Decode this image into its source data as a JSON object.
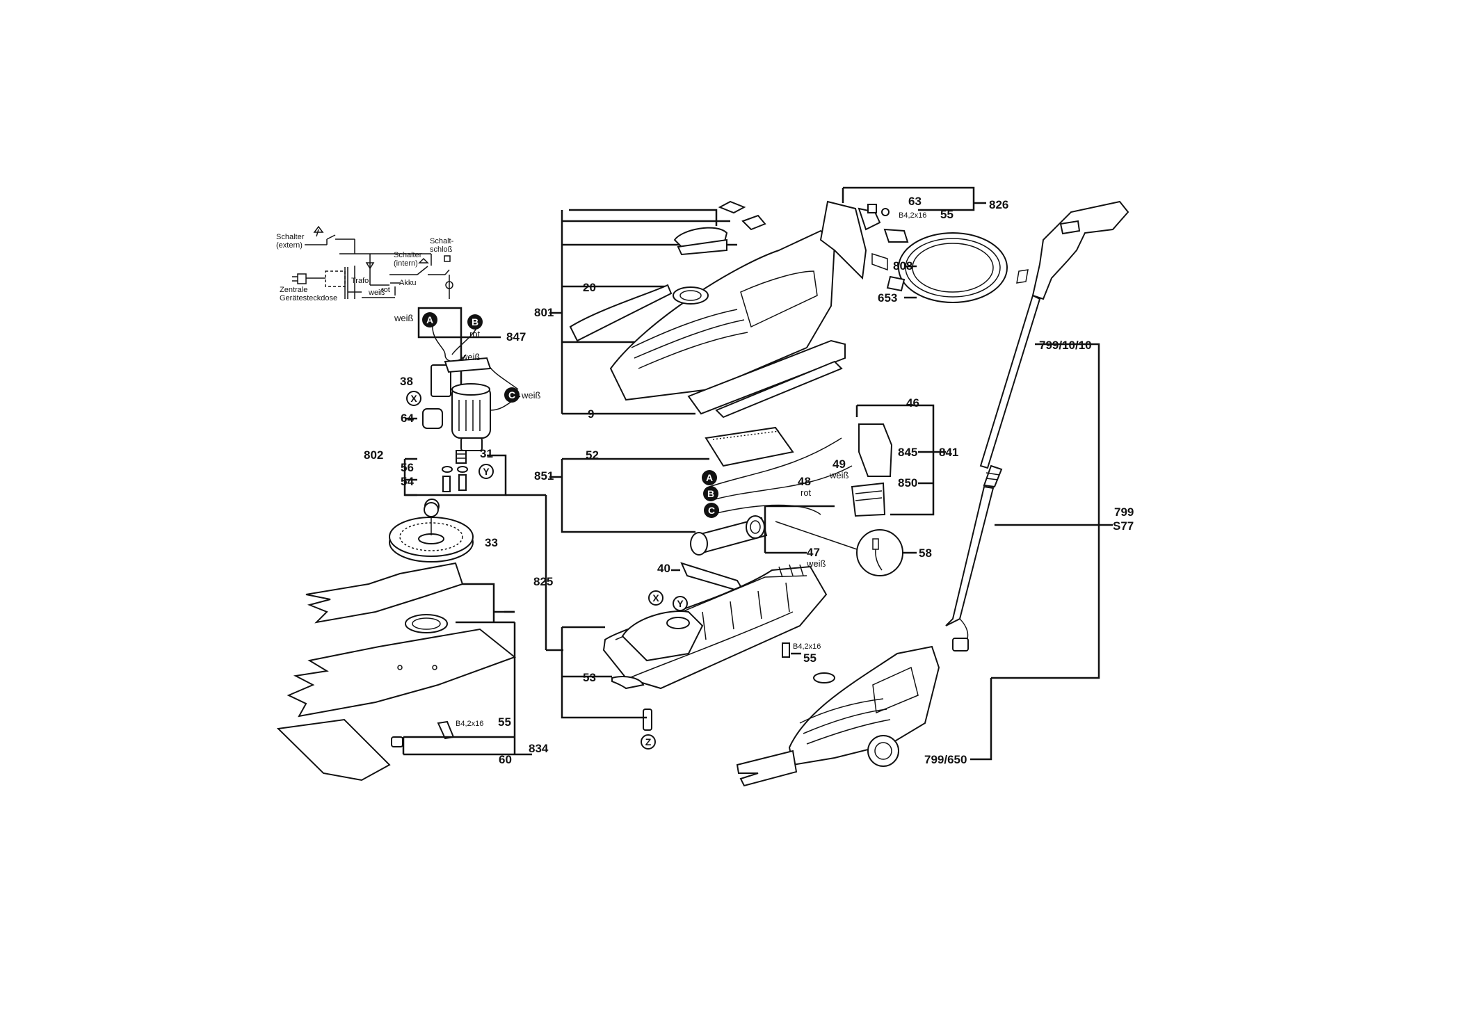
{
  "schematic": {
    "switch_external": "Schalter\n(extern)",
    "switch_internal": "Schalter\n(intern)",
    "key_switch": "Schalt-\nschloß",
    "red": "rot",
    "transformer": "Trafo",
    "battery": "Akku",
    "white": "weiß",
    "central_socket": "Zentrale\nGerätesteckdose"
  },
  "parts": {
    "p826": "826",
    "p63": "63",
    "p55a": "55",
    "p808": "808",
    "p653": "653",
    "p801": "801",
    "p20": "20",
    "p9": "9",
    "p847": "847",
    "p38": "38",
    "p64": "64",
    "p802": "802",
    "p56": "56",
    "p54": "54",
    "p31": "31",
    "p33": "33",
    "p825": "825",
    "p834": "834",
    "p55b": "55",
    "p60": "60",
    "p46": "46",
    "p841": "841",
    "p845": "845",
    "p850": "850",
    "p49": "49",
    "p52": "52",
    "p851": "851",
    "p48": "48",
    "p47": "47",
    "p58": "58",
    "p40": "40",
    "p53": "53",
    "p55c": "55",
    "p799_10_10": "799/10/10",
    "p799": "799",
    "s77": "S77",
    "p799_650": "799/650"
  },
  "screw_spec": "B4,2x16",
  "wire_colors": {
    "white": "weiß",
    "red": "rot"
  },
  "connectors": [
    "A",
    "B",
    "C"
  ],
  "refs": [
    "X",
    "Y",
    "Z"
  ]
}
